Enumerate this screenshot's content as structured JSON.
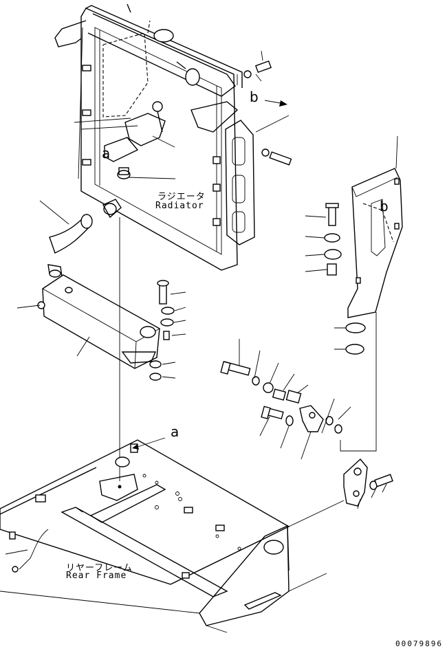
{
  "labels": {
    "radiator_jp": "ラジエータ",
    "radiator_en": "Radiator",
    "rear_frame_jp": "リヤーフレーム",
    "rear_frame_en": "Rear Frame"
  },
  "callouts": {
    "a_top": "a",
    "a_bottom": "a",
    "b_right": "b",
    "b_bracket": "b"
  },
  "document_number": "00079896",
  "colors": {
    "ink": "#000000",
    "paper": "#ffffff"
  }
}
